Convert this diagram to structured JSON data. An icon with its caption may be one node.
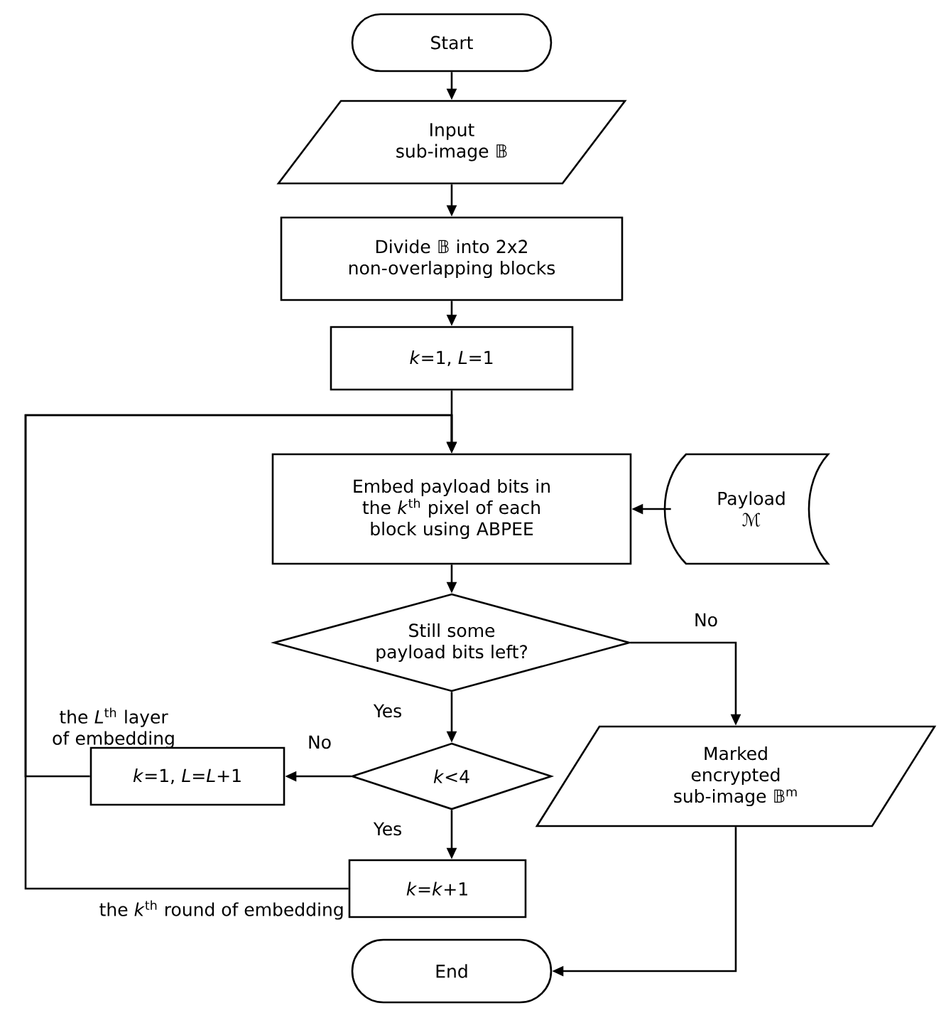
{
  "diagram": {
    "nodes": [
      {
        "text": [
          "Start"
        ]
      },
      {
        "text": [
          "Input sub-image 𝔹"
        ]
      },
      {
        "text": [
          "Divide 𝔹 into 2x2 non-overlapping blocks"
        ]
      },
      {
        "text": [
          "*k*=1, *L*=1"
        ]
      },
      {
        "text": [
          "Embed payload bits in the *k*$^{th}$ pixel of each block using ABPEE"
        ]
      },
      {
        "text": [
          "Payload ℳ"
        ]
      },
      {
        "text": [
          "Still some payload bits left?"
        ]
      },
      {
        "text": [
          "*k*<4"
        ]
      },
      {
        "text": [
          "*k*=1, *L*=*L*+1"
        ],
        "beside": [
          "the *L*$^{th}$ layer of embedding"
        ]
      },
      {
        "text": [
          "*k*=*k*+1"
        ],
        "beside": [
          "the *k*$^{th}$ round of embedding"
        ]
      },
      {
        "text": [
          "Marked encrypted sub-image 𝔹$^{m}$"
        ]
      },
      {
        "text": [
          "End"
        ]
      }
    ],
    "edges": [
      {
        "from": 0,
        "to": 1,
        "arrow": "to"
      },
      {
        "from": 1,
        "to": 2,
        "arrow": "to"
      },
      {
        "from": 2,
        "to": 3,
        "arrow": "to"
      },
      {
        "from": 3,
        "to": 4,
        "arrow": "to"
      },
      {
        "from": 5,
        "to": 4,
        "arrow": "to"
      },
      {
        "from": 4,
        "to": 6,
        "arrow": "to"
      },
      {
        "from": 6,
        "to": 10,
        "arrow": "to",
        "label": "No"
      },
      {
        "from": 6,
        "to": 7,
        "arrow": "to",
        "label": "Yes"
      },
      {
        "from": 7,
        "to": 8,
        "arrow": "to",
        "label": "No"
      },
      {
        "from": 7,
        "to": 9,
        "arrow": "to",
        "label": "Yes"
      },
      {
        "from": 8,
        "to": 4,
        "arrow": "to"
      },
      {
        "from": 9,
        "to": 4,
        "arrow": "to"
      },
      {
        "from": 10,
        "to": 11,
        "arrow": "to"
      }
    ]
  }
}
